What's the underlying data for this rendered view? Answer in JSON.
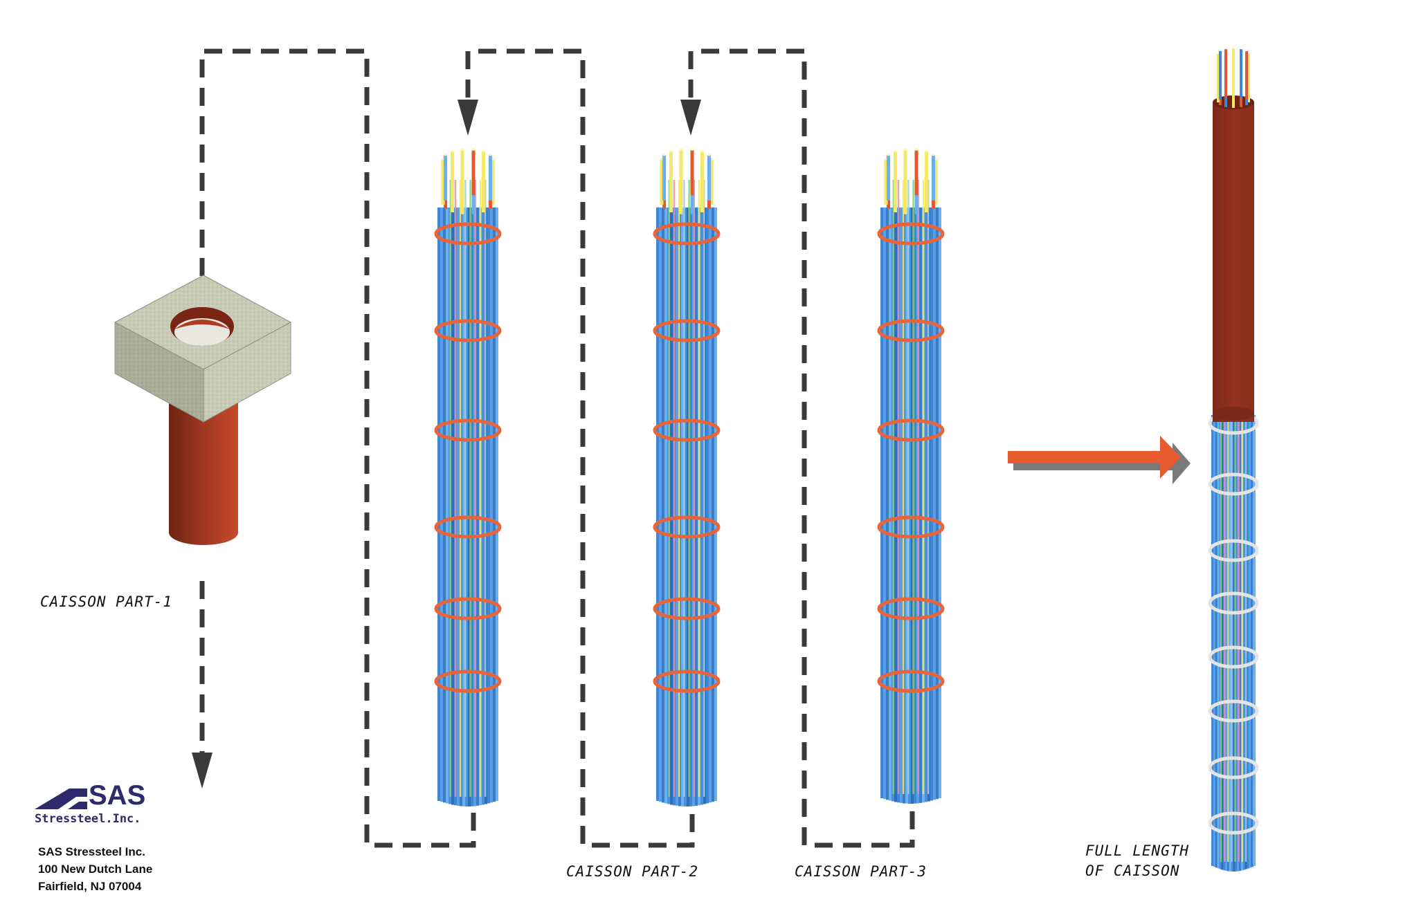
{
  "labels": {
    "part1": "CAISSON PART-1",
    "part2": "CAISSON PART-2",
    "part3": "CAISSON PART-3",
    "full_line1": "FULL LENGTH",
    "full_line2": "OF CAISSON"
  },
  "company": {
    "logo_word": "SAS",
    "logo_sub": "Stressteel.Inc.",
    "name": "SAS Stressteel Inc.",
    "address1": "100 New Dutch Lane",
    "address2": "Fairfield, NJ 07004"
  },
  "colors": {
    "caisson_red": "#8f3320",
    "arrow_orange": "#e85a30",
    "rebar_blue": "#4a8fd8",
    "ring_orange": "#e8643a",
    "cap_yellow": "#f2e86a",
    "concrete": "#c9ccb8",
    "logo_navy": "#2e2a6b",
    "dash": "#3a3a3a"
  }
}
